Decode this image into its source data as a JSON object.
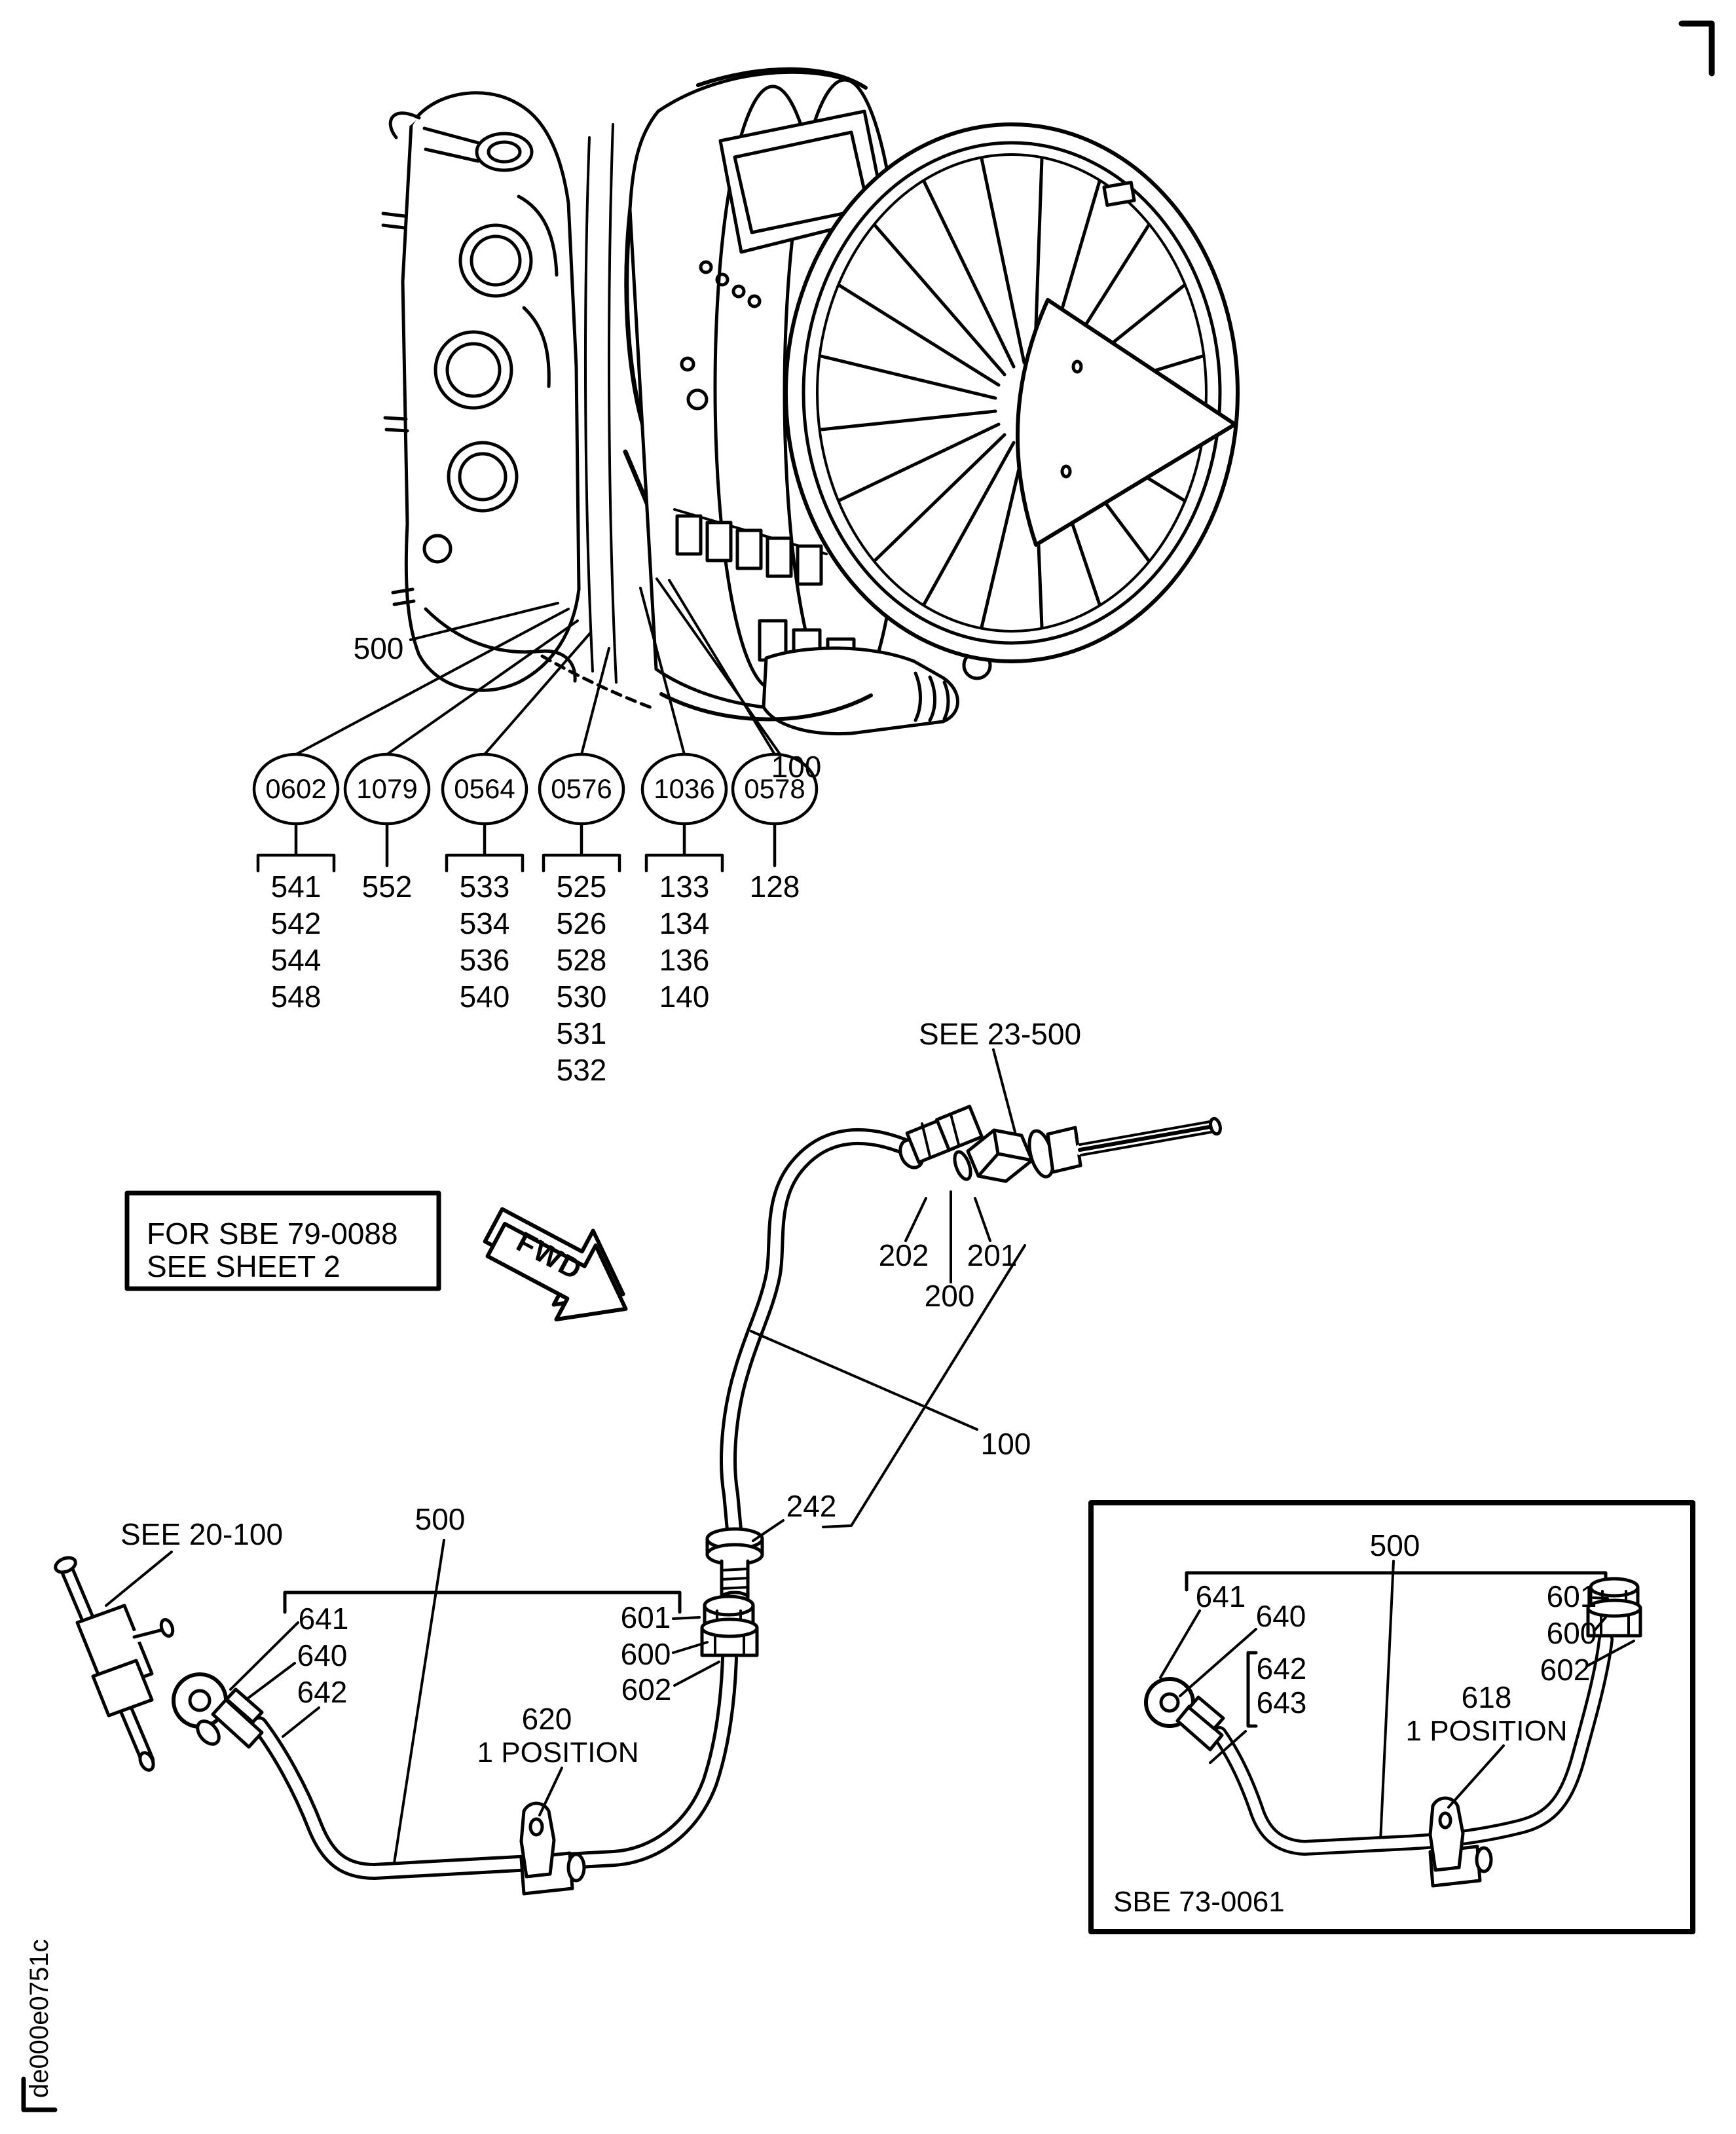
{
  "colors": {
    "ink": "#000000",
    "paper": "#ffffff"
  },
  "engine_view": {
    "label_500": "500",
    "label_100": "100"
  },
  "callout_columns": [
    {
      "id": "0602",
      "items": [
        "541",
        "542",
        "544",
        "548"
      ]
    },
    {
      "id": "1079",
      "items": [
        "552"
      ]
    },
    {
      "id": "0564",
      "items": [
        "533",
        "534",
        "536",
        "540"
      ]
    },
    {
      "id": "0576",
      "items": [
        "525",
        "526",
        "528",
        "530",
        "531",
        "532"
      ]
    },
    {
      "id": "1036",
      "items": [
        "133",
        "134",
        "136",
        "140"
      ]
    },
    {
      "id": "0578",
      "items": [
        "128"
      ]
    }
  ],
  "references": {
    "top": "SEE 23-500",
    "left": "SEE 20-100"
  },
  "note_box": {
    "line1": "FOR SBE 79-0088",
    "line2": "SEE SHEET 2"
  },
  "direction_arrow": {
    "label": "FWD"
  },
  "upper_tube": {
    "l202": "202",
    "l201": "201",
    "l200": "200",
    "l100": "100",
    "l242": "242"
  },
  "main_assembly": {
    "l500": "500",
    "l641": "641",
    "l640": "640",
    "l642": "642",
    "l601": "601",
    "l600": "600",
    "l602": "602",
    "l620": "620",
    "position_note": "1 POSITION"
  },
  "inset": {
    "l500": "500",
    "l641": "641",
    "l640": "640",
    "l642": "642",
    "l643": "643",
    "l601": "601",
    "l600": "600",
    "l602": "602",
    "l618": "618",
    "position_note": "1 POSITION",
    "caption": "SBE 73-0061"
  },
  "doc_code": "de000e0751c"
}
